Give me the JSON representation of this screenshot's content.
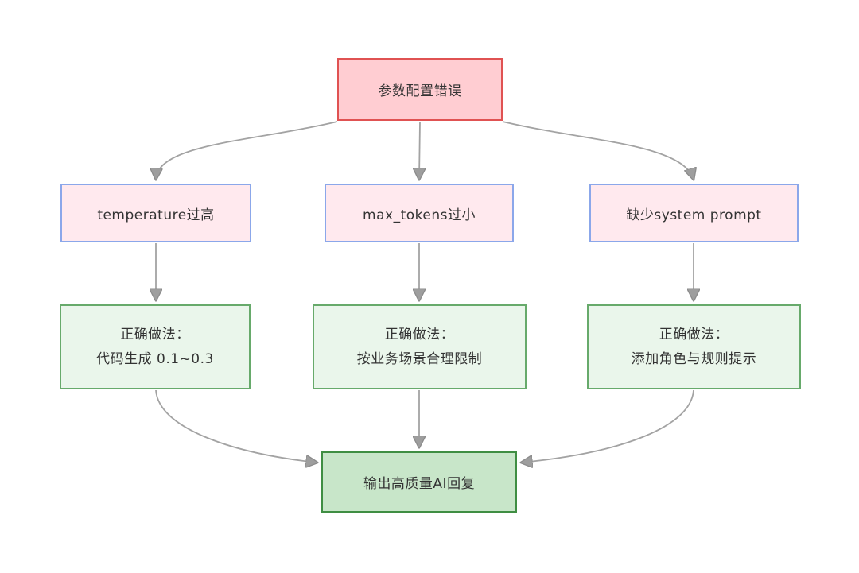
{
  "diagram": {
    "type": "flowchart",
    "direction": "top-down",
    "nodes": {
      "root": {
        "label": "参数配置错误"
      },
      "cause1": {
        "label": "temperature过高"
      },
      "cause2": {
        "label": "max_tokens过小"
      },
      "cause3": {
        "label": "缺少system prompt"
      },
      "fix1": {
        "line1": "正确做法：",
        "line2": "代码生成 0.1~0.3"
      },
      "fix2": {
        "line1": "正确做法：",
        "line2": "按业务场景合理限制"
      },
      "fix3": {
        "line1": "正确做法：",
        "line2": "添加角色与规则提示"
      },
      "result": {
        "label": "输出高质量AI回复"
      }
    },
    "edges": [
      {
        "from": "root",
        "to": "cause1"
      },
      {
        "from": "root",
        "to": "cause2"
      },
      {
        "from": "root",
        "to": "cause3"
      },
      {
        "from": "cause1",
        "to": "fix1"
      },
      {
        "from": "cause2",
        "to": "fix2"
      },
      {
        "from": "cause3",
        "to": "fix3"
      },
      {
        "from": "fix1",
        "to": "result"
      },
      {
        "from": "fix2",
        "to": "result"
      },
      {
        "from": "fix3",
        "to": "result"
      }
    ],
    "colors": {
      "background": "#ffffff",
      "root_fill": "#ffcdd2",
      "root_border": "#e05252",
      "cause_fill": "#ffe9ee",
      "cause_border": "#8ba7ea",
      "fix_fill": "#eaf6eb",
      "fix_border": "#67aa6b",
      "result_fill": "#c8e6c9",
      "result_border": "#3f8e43",
      "edge_stroke": "#a3a3a3",
      "text": "#333333"
    }
  }
}
